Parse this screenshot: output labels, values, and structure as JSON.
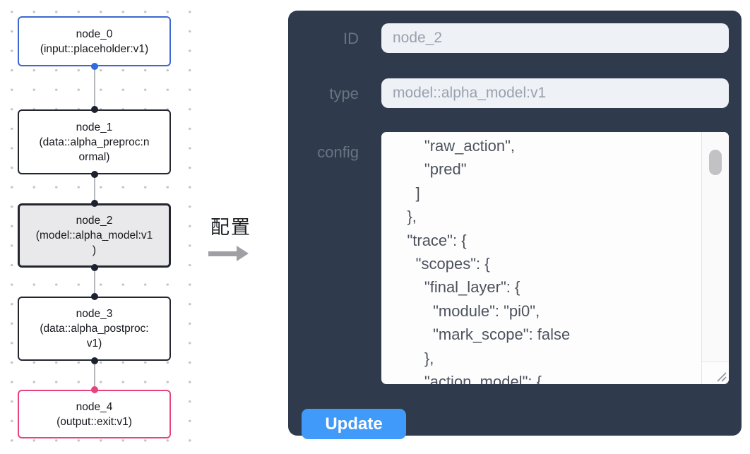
{
  "flow": {
    "nodes": [
      {
        "id": "node_0",
        "label": "node_0\n(input::placeholder:v1)",
        "kind": "input"
      },
      {
        "id": "node_1",
        "label": "node_1\n(data::alpha_preproc:n\normal)",
        "kind": "default"
      },
      {
        "id": "node_2",
        "label": "node_2\n(model::alpha_model:v1\n)",
        "kind": "selected"
      },
      {
        "id": "node_3",
        "label": "node_3\n(data::alpha_postproc:\nv1)",
        "kind": "default"
      },
      {
        "id": "node_4",
        "label": "node_4\n(output::exit:v1)",
        "kind": "output"
      }
    ]
  },
  "transition": {
    "label": "配置"
  },
  "panel": {
    "id_label": "ID",
    "id_value": "node_2",
    "type_label": "type",
    "type_value": "model::alpha_model:v1",
    "config_label": "config",
    "config_text": "        \"raw_action\",\n        \"pred\"\n      ]\n    },\n    \"trace\": {\n      \"scopes\": {\n        \"final_layer\": {\n          \"module\": \"pi0\",\n          \"mark_scope\": false\n        },\n        \"action_model\": {",
    "update_label": "Update"
  },
  "colors": {
    "panel_bg": "#2f3b4d",
    "input_node_accent": "#3c69cf",
    "output_node_accent": "#e8437f",
    "selected_node_bg": "#e9e9eb",
    "update_button": "#3f9af9",
    "handle_dark": "#1c2130"
  }
}
